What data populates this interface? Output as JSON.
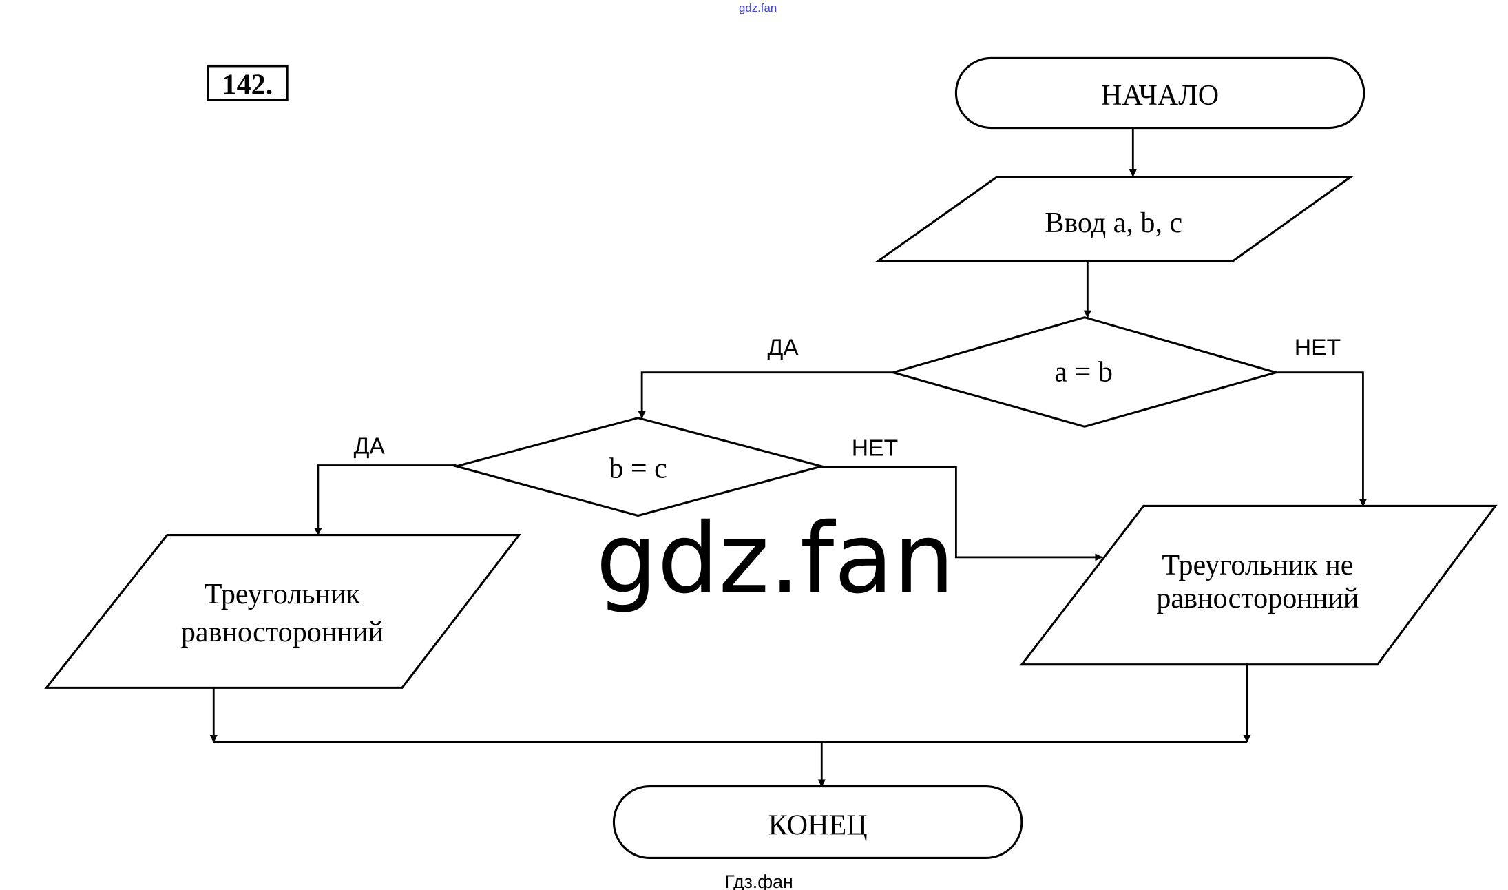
{
  "header": {
    "watermark_top": "gdz.fan",
    "problem_number": "142."
  },
  "flowchart": {
    "start": "НАЧАЛО",
    "input": "Ввод a, b, c",
    "decision1": {
      "condition": "a = b",
      "yes": "ДА",
      "no": "НЕТ"
    },
    "decision2": {
      "condition": "b = c",
      "yes": "ДА",
      "no": "НЕТ"
    },
    "output_yes": {
      "line1": "Треугольник",
      "line2": "равносторонний"
    },
    "output_no": {
      "line1": "Треугольник не",
      "line2": "равносторонний"
    },
    "end": "КОНЕЦ"
  },
  "watermark": "gdz.fan",
  "footer": "Гдз.фан"
}
